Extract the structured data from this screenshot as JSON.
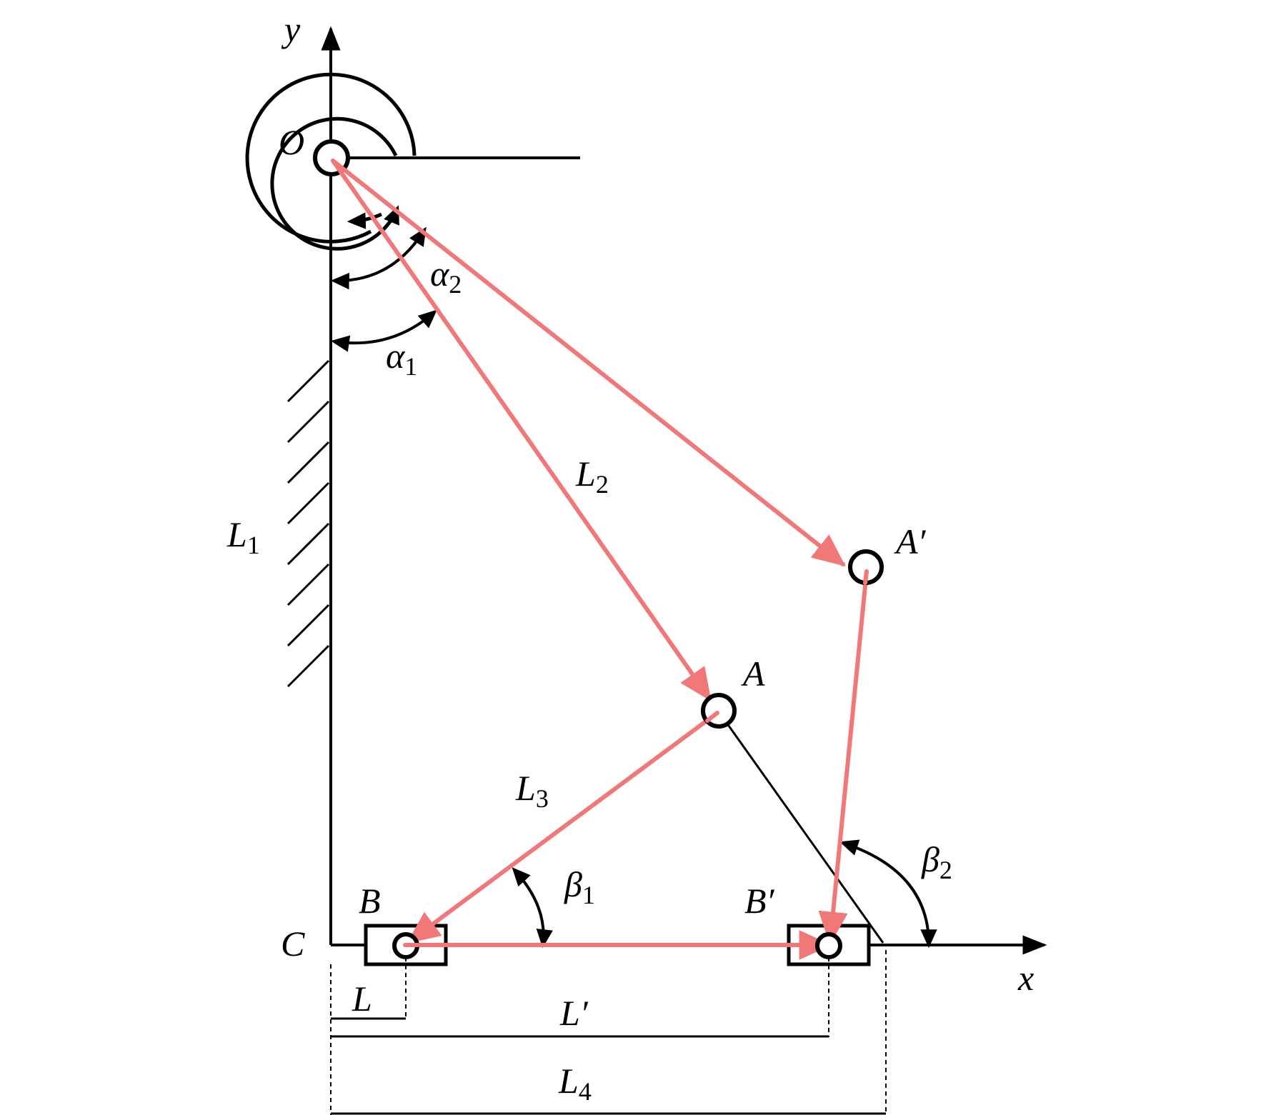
{
  "colors": {
    "vector": "#F07878",
    "ink": "#000000",
    "background": "#FFFFFF"
  },
  "labels": {
    "y_axis": "y",
    "x_axis": "x",
    "origin": "O",
    "corner": "C",
    "alpha1": {
      "base": "α",
      "sub": "1"
    },
    "alpha2": {
      "base": "α",
      "sub": "2"
    },
    "beta1": {
      "base": "β",
      "sub": "1"
    },
    "beta2": {
      "base": "β",
      "sub": "2"
    },
    "L1": {
      "base": "L",
      "sub": "1"
    },
    "L2": {
      "base": "L",
      "sub": "2"
    },
    "L3": {
      "base": "L",
      "sub": "3"
    },
    "L4": {
      "base": "L",
      "sub": "4"
    },
    "A": "A",
    "A_prime": "A′",
    "B": "B",
    "B_prime": "B′",
    "L": "L",
    "L_prime": "L′"
  }
}
